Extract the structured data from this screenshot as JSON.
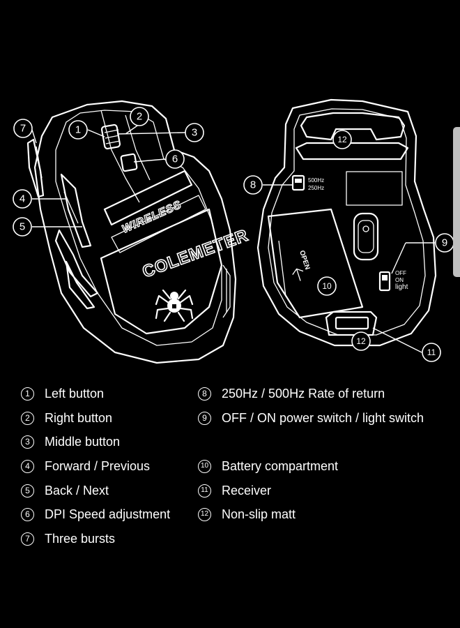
{
  "callouts": [
    "1",
    "2",
    "3",
    "4",
    "5",
    "6",
    "7",
    "8",
    "9",
    "10",
    "11",
    "12"
  ],
  "mouse_top": {
    "brand": "COLEMETER",
    "wireless_label": "WIRELESS"
  },
  "mouse_bottom": {
    "rate_500": "500Hz",
    "rate_250": "250Hz",
    "switch_off": "OFF",
    "switch_on": "ON",
    "switch_light": "light",
    "open_label": "OPEN"
  },
  "legend_left": [
    {
      "num": "1",
      "text": "Left button"
    },
    {
      "num": "2",
      "text": "Right button"
    },
    {
      "num": "3",
      "text": "Middle button"
    },
    {
      "num": "4",
      "text": "Forward / Previous"
    },
    {
      "num": "5",
      "text": "Back / Next"
    },
    {
      "num": "6",
      "text": "DPI Speed adjustment"
    },
    {
      "num": "7",
      "text": "Three bursts"
    }
  ],
  "legend_right": [
    {
      "num": "8",
      "text": "250Hz / 500Hz Rate of return"
    },
    {
      "num": "9",
      "text": "OFF / ON power switch / light switch"
    },
    {
      "num": "10",
      "text": "Battery compartment"
    },
    {
      "num": "11",
      "text": "Receiver"
    },
    {
      "num": "12",
      "text": "Non-slip matt"
    }
  ]
}
